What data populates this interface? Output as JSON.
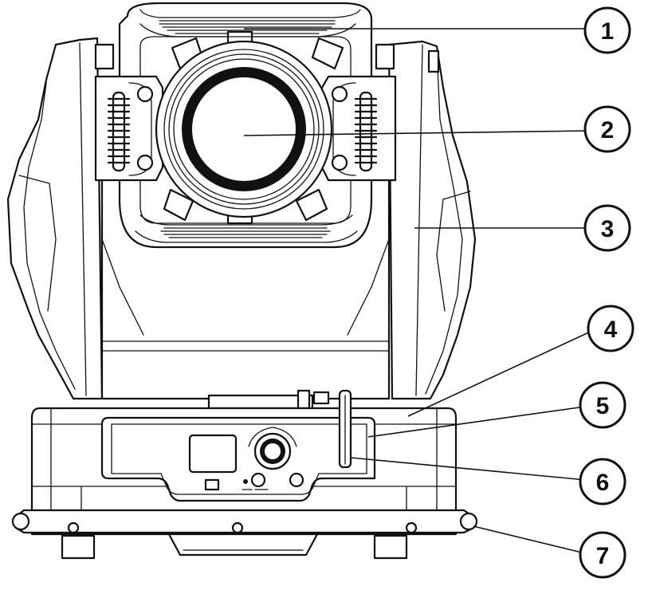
{
  "callouts": [
    {
      "id": 1,
      "label": "1",
      "target": "lens-cover"
    },
    {
      "id": 2,
      "label": "2",
      "target": "lens"
    },
    {
      "id": 3,
      "label": "3",
      "target": "yoke-arm"
    },
    {
      "id": 4,
      "label": "4",
      "target": "base-housing"
    },
    {
      "id": 5,
      "label": "5",
      "target": "control-panel"
    },
    {
      "id": 6,
      "label": "6",
      "target": "wireless-antenna"
    },
    {
      "id": 7,
      "label": "7",
      "target": "carry-handle"
    }
  ],
  "colors": {
    "line": "#111111",
    "background": "#ffffff"
  }
}
